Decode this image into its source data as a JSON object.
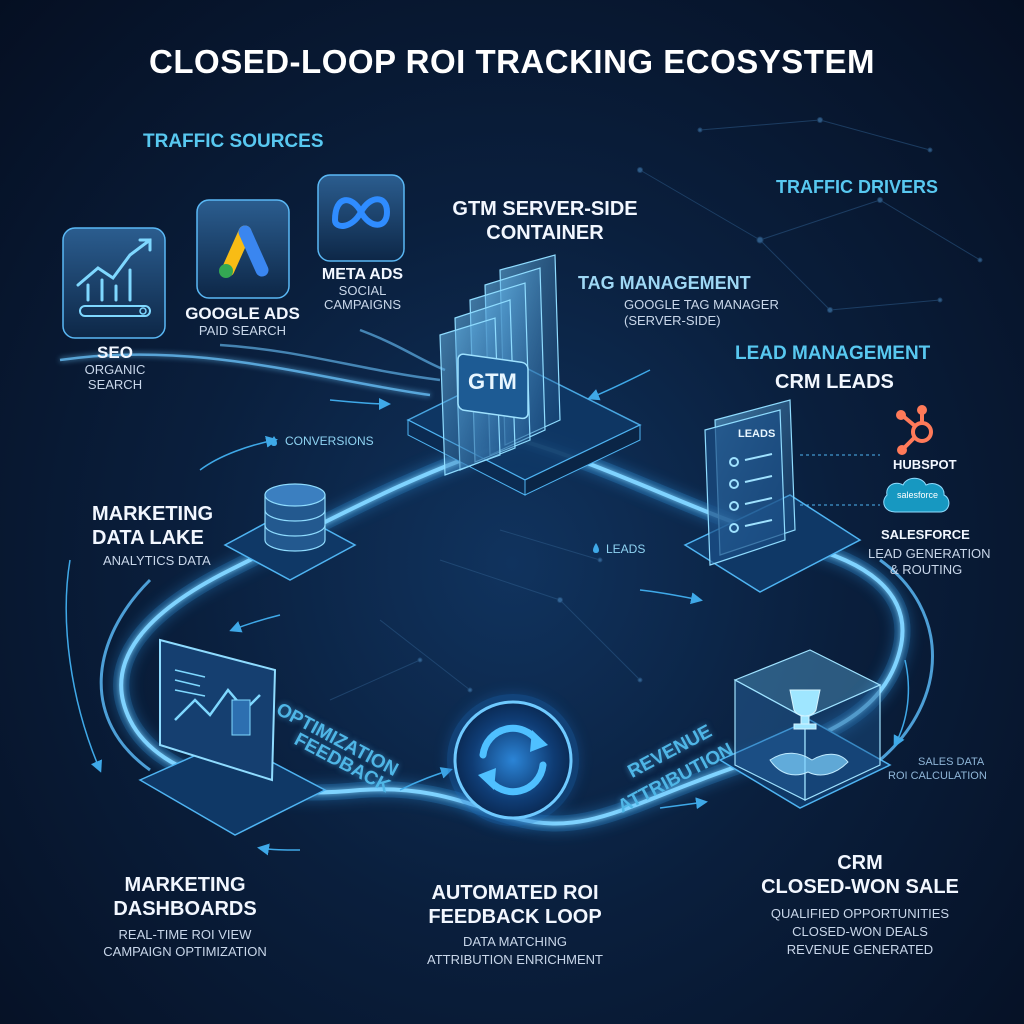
{
  "title": "CLOSED-LOOP ROI TRACKING ECOSYSTEM",
  "traffic_sources": {
    "heading": "TRAFFIC SOURCES",
    "seo": {
      "name": "SEO",
      "desc_line1": "ORGANIC",
      "desc_line2": "SEARCH"
    },
    "google_ads": {
      "name": "GOOGLE ADS",
      "desc": "PAID SEARCH"
    },
    "meta_ads": {
      "name": "META ADS",
      "desc_line1": "SOCIAL",
      "desc_line2": "CAMPAIGNS"
    }
  },
  "gtm": {
    "heading_line1": "GTM SERVER-SIDE",
    "heading_line2": "CONTAINER",
    "box_label": "GTM",
    "tag_heading": "TAG MANAGEMENT",
    "tag_desc_line1": "GOOGLE TAG MANAGER",
    "tag_desc_line2": "(SERVER-SIDE)"
  },
  "traffic_drivers": "TRAFFIC DRIVERS",
  "lead_management": {
    "heading": "LEAD MANAGEMENT",
    "subheading": "CRM LEADS",
    "doc_label": "LEADS",
    "hubspot": "HUBSPOT",
    "salesforce_logo": "salesforce",
    "salesforce": "SALESFORCE",
    "desc_line1": "LEAD GENERATION",
    "desc_line2": "& ROUTING"
  },
  "flow_labels": {
    "conversions": "CONVERSIONS",
    "leads": "LEADS"
  },
  "data_lake": {
    "heading_line1": "MARKETING",
    "heading_line2": "DATA LAKE",
    "desc": "ANALYTICS DATA"
  },
  "optimization": {
    "line1": "OPTIMIZATION",
    "line2": "FEEDBACK"
  },
  "revenue": {
    "line1": "REVENUE",
    "line2": "ATTRIBUTION"
  },
  "sales_data": {
    "line1": "SALES DATA",
    "line2": "ROI CALCULATION"
  },
  "dashboards": {
    "heading_line1": "MARKETING",
    "heading_line2": "DASHBOARDS",
    "desc_line1": "REAL-TIME ROI VIEW",
    "desc_line2": "CAMPAIGN OPTIMIZATION"
  },
  "feedback_loop": {
    "heading_line1": "AUTOMATED ROI",
    "heading_line2": "FEEDBACK LOOP",
    "desc_line1": "DATA MATCHING",
    "desc_line2": "ATTRIBUTION ENRICHMENT"
  },
  "crm_sale": {
    "heading_line1": "CRM",
    "heading_line2": "CLOSED-WON SALE",
    "desc_line1": "QUALIFIED OPPORTUNITIES",
    "desc_line2": "CLOSED-WON DEALS",
    "desc_line3": "REVENUE GENERATED"
  },
  "icons": {
    "seo": "trend-chart-icon",
    "google_ads": "google-ads-icon",
    "meta_ads": "meta-icon",
    "gtm": "gtm-container-icon",
    "leads": "leads-document-icon",
    "hubspot": "hubspot-icon",
    "salesforce": "salesforce-cloud-icon",
    "data_lake": "database-icon",
    "dashboard": "monitor-icon",
    "feedback": "refresh-cycle-icon",
    "crm": "trophy-handshake-icon"
  },
  "colors": {
    "accent": "#3fb7ff",
    "background": "#07152e",
    "hubspot": "#ff7a59",
    "salesforce": "#1798c1"
  }
}
